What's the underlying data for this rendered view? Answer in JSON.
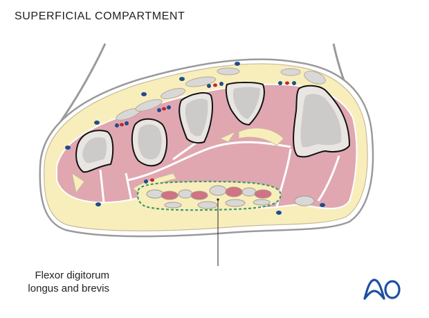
{
  "title": "SUPERFICIAL COMPARTMENT",
  "annotation": {
    "line1": "Flexor digitorum",
    "line2": "longus and brevis"
  },
  "logo": {
    "text": "AO",
    "color": "#1f4fa0"
  },
  "colors": {
    "skin_outline": "#9a9a9a",
    "fat": "#f8eebc",
    "muscle": "#e0a7b1",
    "tendon_red": "#d17285",
    "bone_outer": "#e8e5e3",
    "bone_inner": "#cdcaca",
    "vein": "#1c4e8c",
    "artery": "#c2262f",
    "compartment_dash": "#3a9a6a",
    "fascia": "#ffffff"
  }
}
